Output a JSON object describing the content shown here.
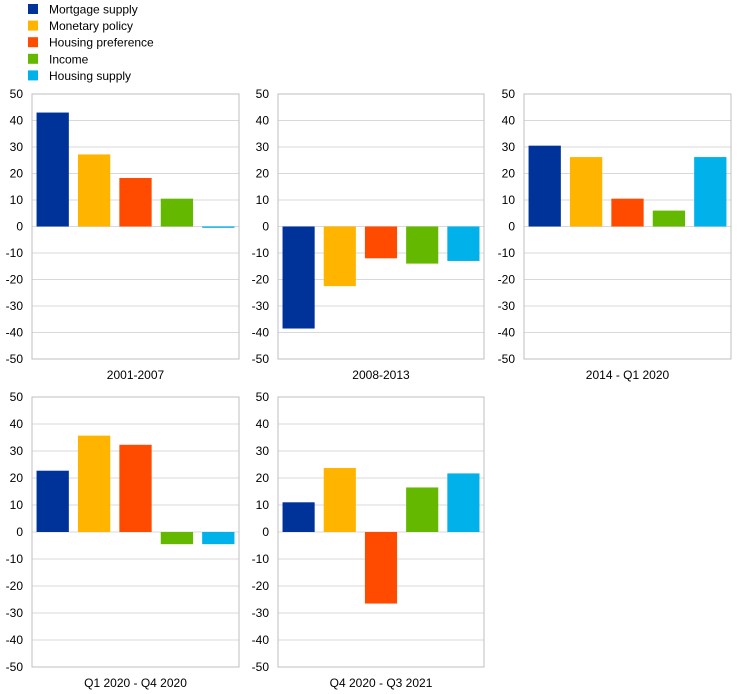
{
  "chart_data": {
    "type": "bar",
    "series": [
      {
        "name": "Mortgage supply",
        "color": "#003399"
      },
      {
        "name": "Monetary policy",
        "color": "#FFB400"
      },
      {
        "name": "Housing preference",
        "color": "#FF4B00"
      },
      {
        "name": "Income",
        "color": "#65B800"
      },
      {
        "name": "Housing supply",
        "color": "#00B1EA"
      }
    ],
    "ylim": [
      -50,
      50
    ],
    "yticks": [
      50,
      40,
      30,
      20,
      10,
      0,
      -10,
      -20,
      -30,
      -40,
      -50
    ],
    "legend_position": "top-left",
    "panels": [
      {
        "label": "2001-2007",
        "values": [
          43,
          27.2,
          18.3,
          10.5,
          -0.5
        ]
      },
      {
        "label": "2008-2013",
        "values": [
          -38.5,
          -22.5,
          -12,
          -14,
          -13
        ]
      },
      {
        "label": "2014 - Q1 2020",
        "values": [
          30.5,
          26.2,
          10.5,
          6,
          26.2
        ]
      },
      {
        "label": "Q1 2020 - Q4 2020",
        "values": [
          22.7,
          35.7,
          32.3,
          -4.5,
          -4.5
        ]
      },
      {
        "label": "Q4 2020 - Q3 2021",
        "values": [
          11,
          23.7,
          -26.5,
          16.5,
          21.7
        ]
      }
    ]
  }
}
